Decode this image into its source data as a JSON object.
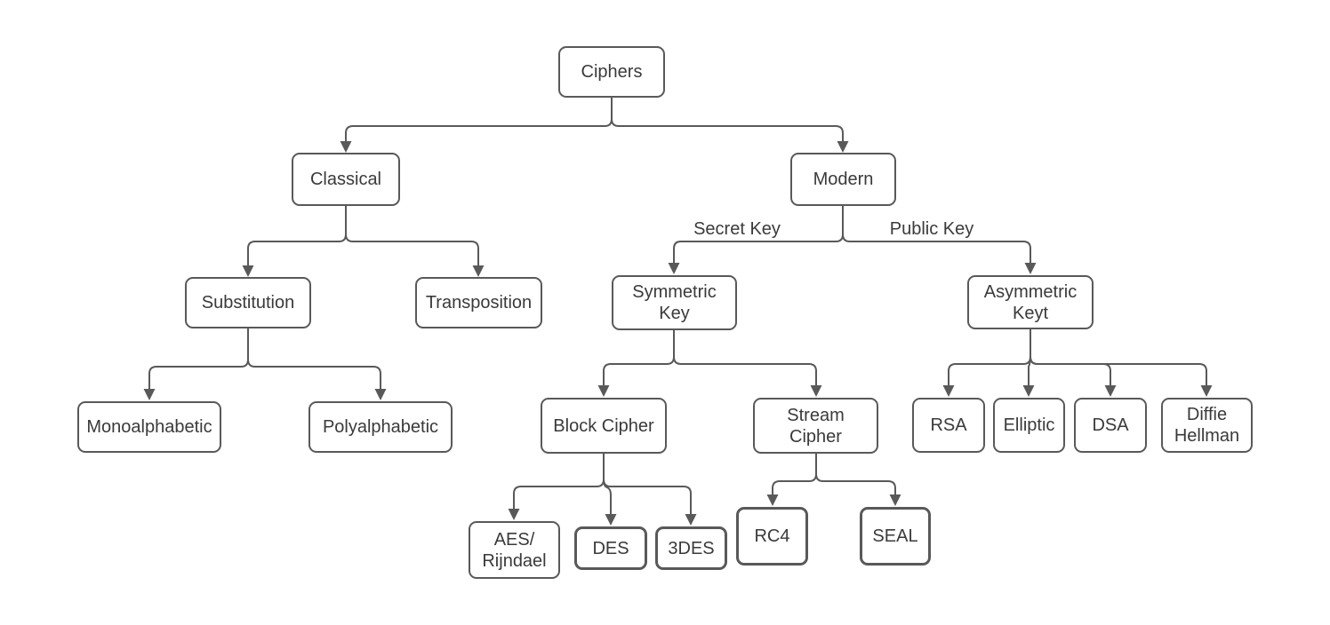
{
  "diagram": {
    "type": "tree",
    "root": "Ciphers",
    "colors": {
      "stroke": "#595959",
      "text": "#3a3a3a",
      "background": "#ffffff"
    },
    "nodes": {
      "ciphers": {
        "label": "Ciphers",
        "lines": [
          "Ciphers"
        ]
      },
      "classical": {
        "label": "Classical",
        "lines": [
          "Classical"
        ]
      },
      "modern": {
        "label": "Modern",
        "lines": [
          "Modern"
        ]
      },
      "substitution": {
        "label": "Substitution",
        "lines": [
          "Substitution"
        ]
      },
      "transposition": {
        "label": "Transposition",
        "lines": [
          "Transposition"
        ]
      },
      "symmetric": {
        "label": "Symmetric Key",
        "lines": [
          "Symmetric",
          "Key"
        ]
      },
      "asymmetric": {
        "label": "Asymmetric Keyt",
        "lines": [
          "Asymmetric",
          "Keyt"
        ]
      },
      "monoalphabetic": {
        "label": "Monoalphabetic",
        "lines": [
          "Monoalphabetic"
        ]
      },
      "polyalphabetic": {
        "label": "Polyalphabetic",
        "lines": [
          "Polyalphabetic"
        ]
      },
      "block": {
        "label": "Block Cipher",
        "lines": [
          "Block Cipher"
        ]
      },
      "stream": {
        "label": "Stream Cipher",
        "lines": [
          "Stream",
          "Cipher"
        ]
      },
      "rsa": {
        "label": "RSA",
        "lines": [
          "RSA"
        ]
      },
      "elliptic": {
        "label": "Elliptic",
        "lines": [
          "Elliptic"
        ]
      },
      "dsa": {
        "label": "DSA",
        "lines": [
          "DSA"
        ]
      },
      "diffie": {
        "label": "Diffie Hellman",
        "lines": [
          "Diffie",
          "Hellman"
        ]
      },
      "aes": {
        "label": "AES/Rijndael",
        "lines": [
          "AES/",
          "Rijndael"
        ]
      },
      "des": {
        "label": "DES",
        "lines": [
          "DES"
        ]
      },
      "tdes": {
        "label": "3DES",
        "lines": [
          "3DES"
        ]
      },
      "rc4": {
        "label": "RC4",
        "lines": [
          "RC4"
        ]
      },
      "seal": {
        "label": "SEAL",
        "lines": [
          "SEAL"
        ]
      }
    },
    "edge_labels": {
      "secret_key": "Secret Key",
      "public_key": "Public Key"
    },
    "edges": [
      {
        "from": "Ciphers",
        "to": "Classical"
      },
      {
        "from": "Ciphers",
        "to": "Modern"
      },
      {
        "from": "Classical",
        "to": "Substitution"
      },
      {
        "from": "Classical",
        "to": "Transposition"
      },
      {
        "from": "Substitution",
        "to": "Monoalphabetic"
      },
      {
        "from": "Substitution",
        "to": "Polyalphabetic"
      },
      {
        "from": "Modern",
        "to": "Symmetric Key",
        "label": "Secret Key"
      },
      {
        "from": "Modern",
        "to": "Asymmetric Keyt",
        "label": "Public Key"
      },
      {
        "from": "Symmetric Key",
        "to": "Block Cipher"
      },
      {
        "from": "Symmetric Key",
        "to": "Stream Cipher"
      },
      {
        "from": "Block Cipher",
        "to": "AES/Rijndael"
      },
      {
        "from": "Block Cipher",
        "to": "DES"
      },
      {
        "from": "Block Cipher",
        "to": "3DES"
      },
      {
        "from": "Stream Cipher",
        "to": "RC4"
      },
      {
        "from": "Stream Cipher",
        "to": "SEAL"
      },
      {
        "from": "Asymmetric Keyt",
        "to": "RSA"
      },
      {
        "from": "Asymmetric Keyt",
        "to": "Elliptic"
      },
      {
        "from": "Asymmetric Keyt",
        "to": "DSA"
      },
      {
        "from": "Asymmetric Keyt",
        "to": "Diffie Hellman"
      }
    ]
  }
}
